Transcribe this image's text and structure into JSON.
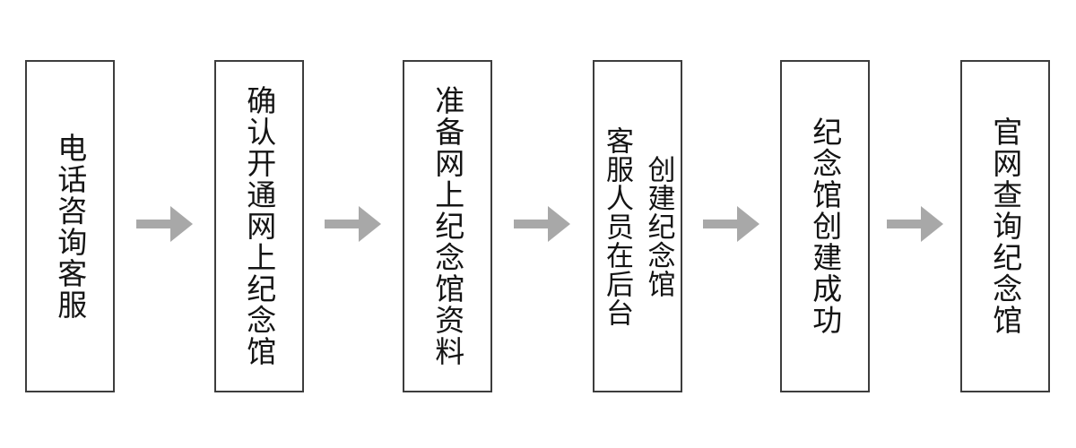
{
  "flowchart": {
    "background_color": "#ffffff",
    "box_border_color": "#3d3d3d",
    "text_color": "#141414",
    "arrow_color": "#a8a8a8",
    "direction": "left-to-right",
    "steps": [
      {
        "lines": [
          "电话咨询客服"
        ]
      },
      {
        "lines": [
          "确认开通网上纪念馆"
        ]
      },
      {
        "lines": [
          "准备网上纪念馆资料"
        ]
      },
      {
        "lines": [
          "客服人员在后台",
          "创建纪念馆"
        ]
      },
      {
        "lines": [
          "纪念馆创建成功"
        ]
      },
      {
        "lines": [
          "官网查询纪念馆"
        ]
      }
    ]
  }
}
